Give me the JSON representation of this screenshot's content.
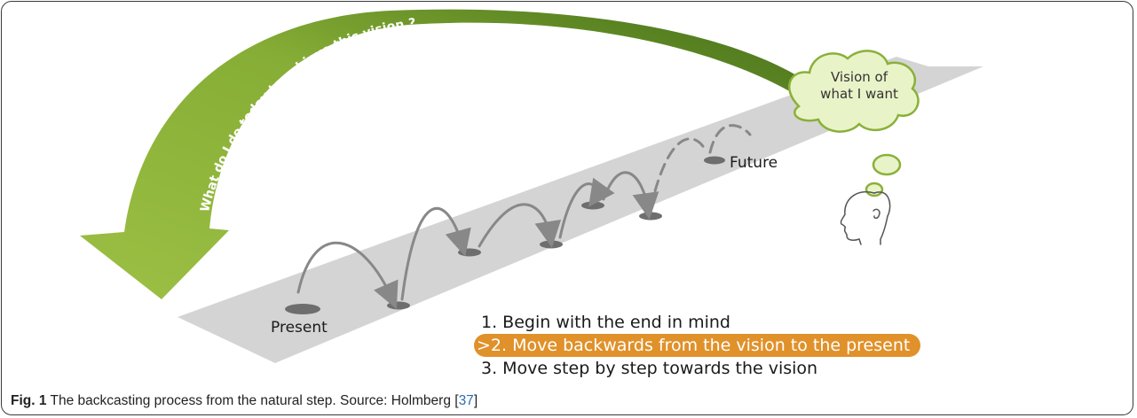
{
  "figure": {
    "label_present": "Present",
    "label_future": "Future",
    "arrow_text": "What do I do today to achieve this vision ?",
    "cloud_line1": "Vision of",
    "cloud_line2": "what I want",
    "steps": [
      "1. Begin with the end in mind",
      ">2. Move backwards from the vision to the present",
      "3. Move step by step towards the vision"
    ],
    "highlight_step_index": 1,
    "colors": {
      "arrow_green": "#8db33a",
      "arrow_dark": "#4f7a1e",
      "road": "#d4d4d4",
      "highlight": "#e0912a",
      "cloud_fill": "#e9f3c8",
      "cloud_stroke": "#8ab03a",
      "hops": "#888888"
    },
    "icons": [
      "head-silhouette-icon",
      "thought-cloud-icon",
      "curved-arrow-icon"
    ]
  },
  "caption": {
    "label": "Fig. 1",
    "text": " The backcasting process from the natural step. Source: Holmberg [",
    "ref": "37",
    "close": "]"
  }
}
